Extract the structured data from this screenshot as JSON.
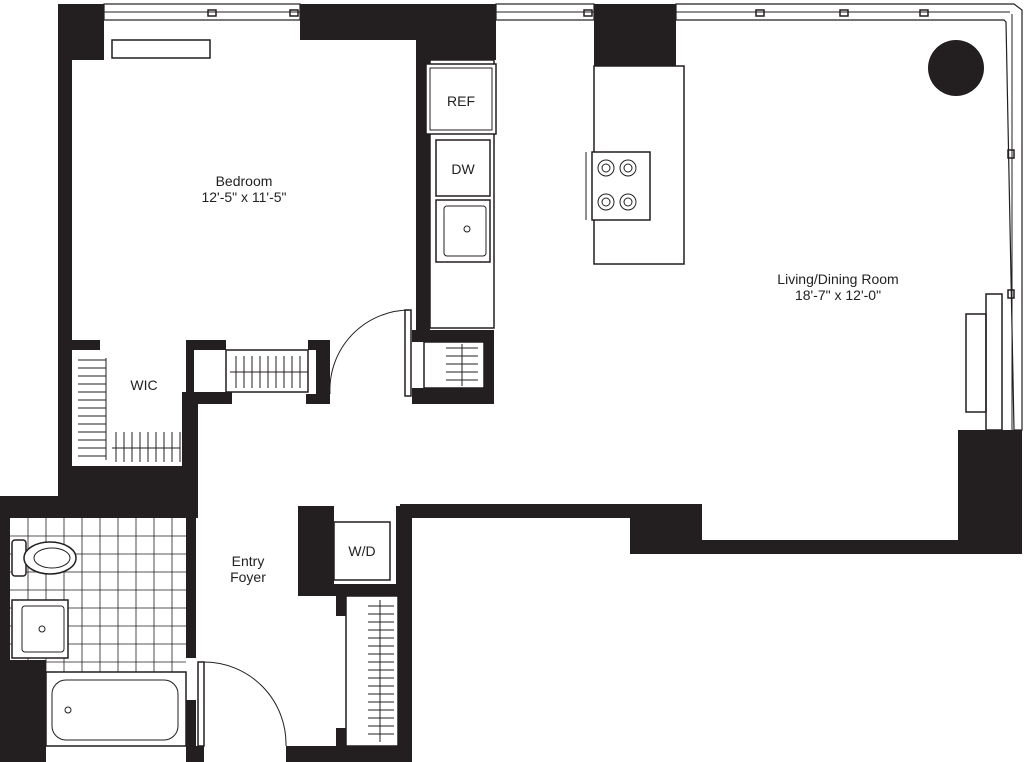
{
  "rooms": {
    "bedroom": {
      "name": "Bedroom",
      "size": "12'-5\" x 11'-5\""
    },
    "living": {
      "name": "Living/Dining Room",
      "size": "18'-7\" x 12'-0\""
    },
    "wic": {
      "name": "WIC"
    },
    "entry": {
      "line1": "Entry",
      "line2": "Foyer"
    }
  },
  "fixtures": {
    "refrigerator": "REF",
    "dishwasher": "DW",
    "washer_dryer": "W/D"
  },
  "colors": {
    "wall": "#231f20",
    "background": "#ffffff"
  }
}
